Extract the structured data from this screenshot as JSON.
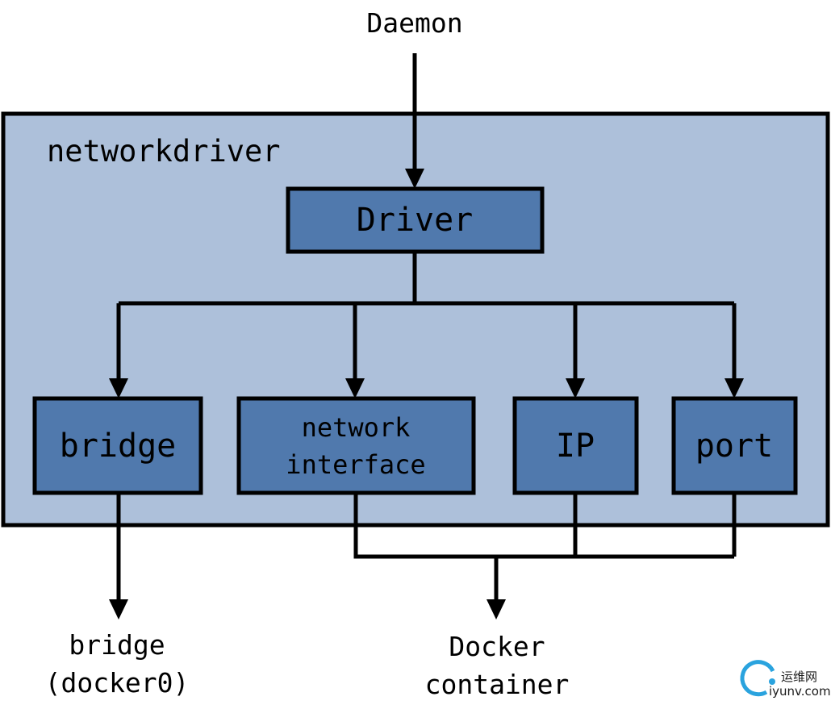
{
  "diagram": {
    "top_input": "Daemon",
    "container_label": "networkdriver",
    "driver": "Driver",
    "nodes": {
      "bridge": "bridge",
      "network_interface_line1": "network",
      "network_interface_line2": "interface",
      "ip": "IP",
      "port": "port"
    },
    "outputs": {
      "bridge_line1": "bridge",
      "bridge_line2": "(docker0)",
      "docker_line1": "Docker",
      "docker_line2": "container"
    },
    "colors": {
      "container_fill": "#adc0da",
      "node_fill": "#5079ad",
      "line": "#000000"
    }
  },
  "watermark": {
    "line1": "运维网",
    "line2": "iyunv.com"
  }
}
